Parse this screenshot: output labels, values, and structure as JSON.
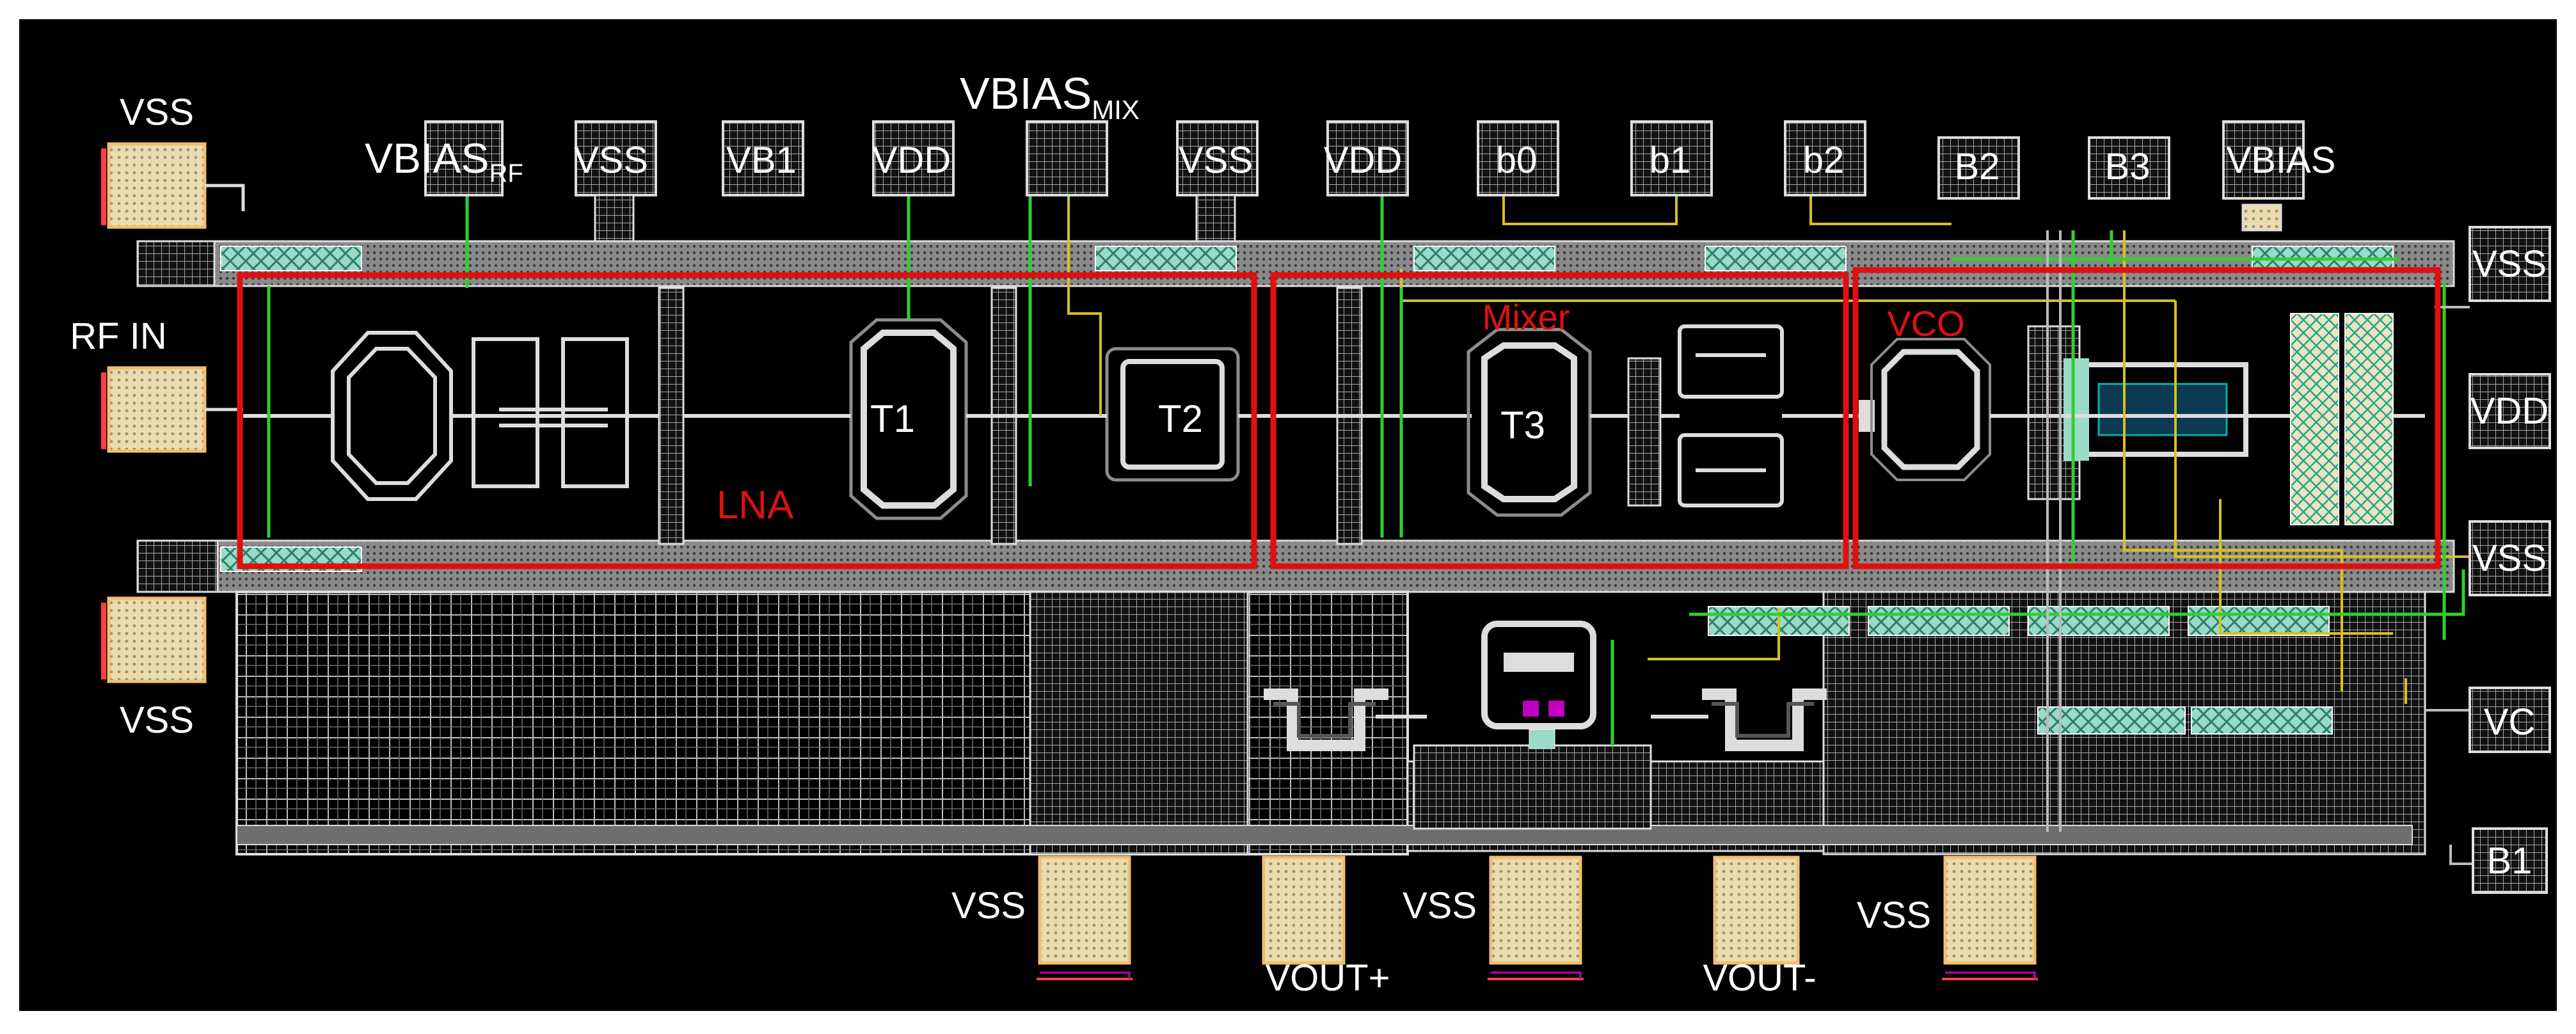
{
  "title": "VBIAS",
  "title_sub": "MIX",
  "pads": {
    "left": [
      "VSS",
      "RF IN",
      "VSS"
    ],
    "top": {
      "vbias_rf": "VBIAS",
      "vbias_rf_sub": "RF",
      "vss1": "VSS",
      "vb1": "VB1",
      "vdd1": "VDD",
      "vss2": "VSS",
      "vdd2": "VDD",
      "b0": "b0",
      "b1": "b1",
      "b2": "b2",
      "B2": "B2",
      "B3": "B3",
      "vbias": "VBIAS"
    },
    "right": [
      "VSS",
      "VDD",
      "VSS",
      "VC",
      "B1"
    ],
    "bottom": [
      "VSS",
      "VOUT+",
      "VSS",
      "VOUT-",
      "VSS"
    ]
  },
  "blocks": [
    "LNA",
    "Mixer",
    "VCO"
  ],
  "transformers": [
    "T1",
    "T2",
    "T3"
  ],
  "colors": {
    "background": "#000000",
    "frame": "#ffffff",
    "block_outline": "#e01010",
    "block_label": "#e01010",
    "metal_green": "#2fd02f",
    "metal_yellow": "#d8c020",
    "pad_fill": "#e8d9a8",
    "mesh": "#c8c8c8"
  }
}
